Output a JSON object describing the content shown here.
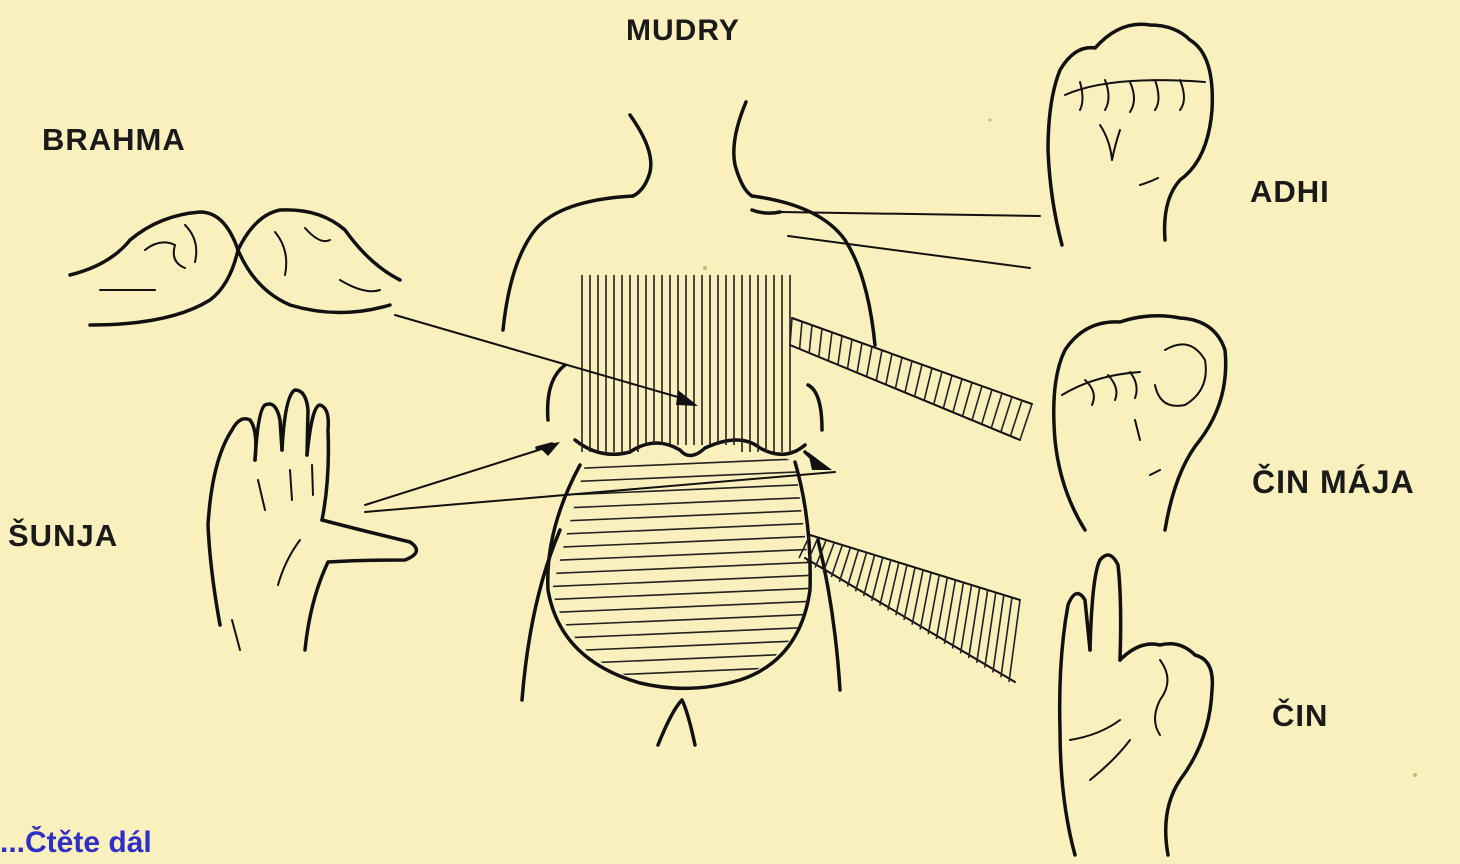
{
  "title": "MUDRY",
  "labels": {
    "brahma": "BRAHMA",
    "adhi": "ADHI",
    "cin_maja": "ČIN MÁJA",
    "sunja": "ŠUNJA",
    "cin": "ČIN"
  },
  "continue_link": "Čtěte dál..."
}
